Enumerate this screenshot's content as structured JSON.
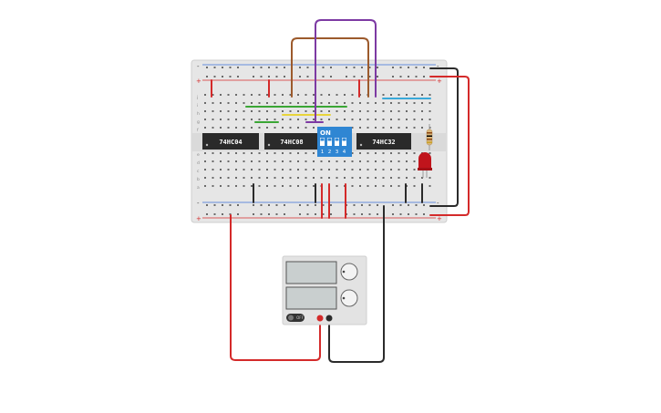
{
  "chips": [
    {
      "name": "chip-74hc04",
      "label": "74HC04"
    },
    {
      "name": "chip-74hc08",
      "label": "74HC08"
    },
    {
      "name": "chip-74hc32",
      "label": "74HC32"
    }
  ],
  "dip_switch": {
    "on_label": "ON",
    "positions": [
      "1",
      "2",
      "3",
      "4"
    ]
  },
  "rails": {
    "plus": "+",
    "minus": "-"
  },
  "row_letters_top": [
    "j",
    "i",
    "h",
    "g",
    "f"
  ],
  "row_letters_bottom": [
    "e",
    "d",
    "c",
    "b",
    "a"
  ],
  "power_supply": {
    "switch_label": "OFF"
  },
  "colors": {
    "red_wire": "#d42a2a",
    "black_wire": "#2b2b2b",
    "brown_wire": "#9c5a2c",
    "purple_wire": "#7d3aa3",
    "green_wire": "#3aa635",
    "yellow_wire": "#e8d43a",
    "blue_wire": "#39a9d9",
    "dip_blue": "#2f86d3",
    "led_red": "#c0141c"
  }
}
